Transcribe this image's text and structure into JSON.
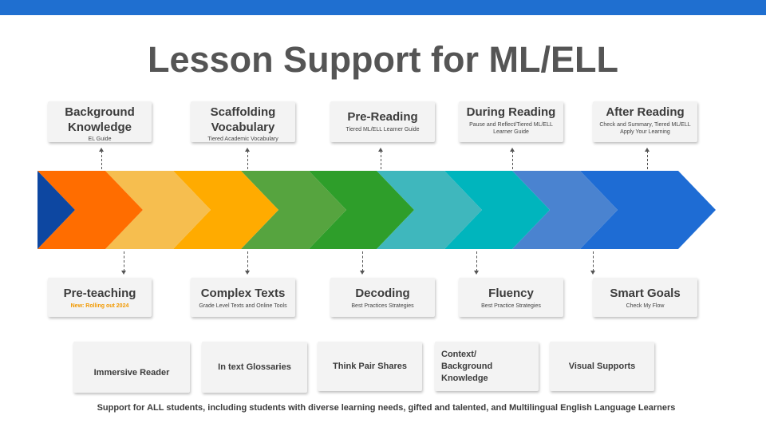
{
  "title": "Lesson Support for ML/ELL",
  "colors": {
    "topbar": "#1f6fd0",
    "chevrons": [
      "#0d47a1",
      "#ff6d00",
      "#f6be4f",
      "#ffab00",
      "#56a43f",
      "#2e9e2a",
      "#3fb7bd",
      "#00b5bd",
      "#4a83d0",
      "#1e6cd4"
    ],
    "new_badge": "#f29900"
  },
  "top_cards": [
    {
      "title": "Background Knowledge",
      "subtitle": "EL Guide"
    },
    {
      "title": "Scaffolding Vocabulary",
      "subtitle": "Tiered Academic Vocabulary"
    },
    {
      "title": "Pre-Reading",
      "subtitle": "Tiered ML/ELL Learner Guide"
    },
    {
      "title": "During Reading",
      "subtitle": "Pause and Reflect/Tiered ML/ELL Learner Guide"
    },
    {
      "title": "After Reading",
      "subtitle": "Check and Summary, Tiered ML/ELL Apply Your Learning"
    }
  ],
  "bottom_cards": [
    {
      "title": "Pre-teaching",
      "subtitle": "New: Rolling out 2024"
    },
    {
      "title": "Complex Texts",
      "subtitle": "Grade Level Texts and Online Tools"
    },
    {
      "title": "Decoding",
      "subtitle": "Best Practices Strategies"
    },
    {
      "title": "Fluency",
      "subtitle": "Best Practice Strategies"
    },
    {
      "title": "Smart Goals",
      "subtitle": "Check My Flow"
    }
  ],
  "supports": [
    "Immersive Reader",
    "In text Glossaries",
    "Think Pair Shares",
    "Context/ Background Knowledge",
    "Visual Supports"
  ],
  "footer": "Support for ALL students, including students with diverse learning needs, gifted and talented, and Multilingual English Language Learners"
}
